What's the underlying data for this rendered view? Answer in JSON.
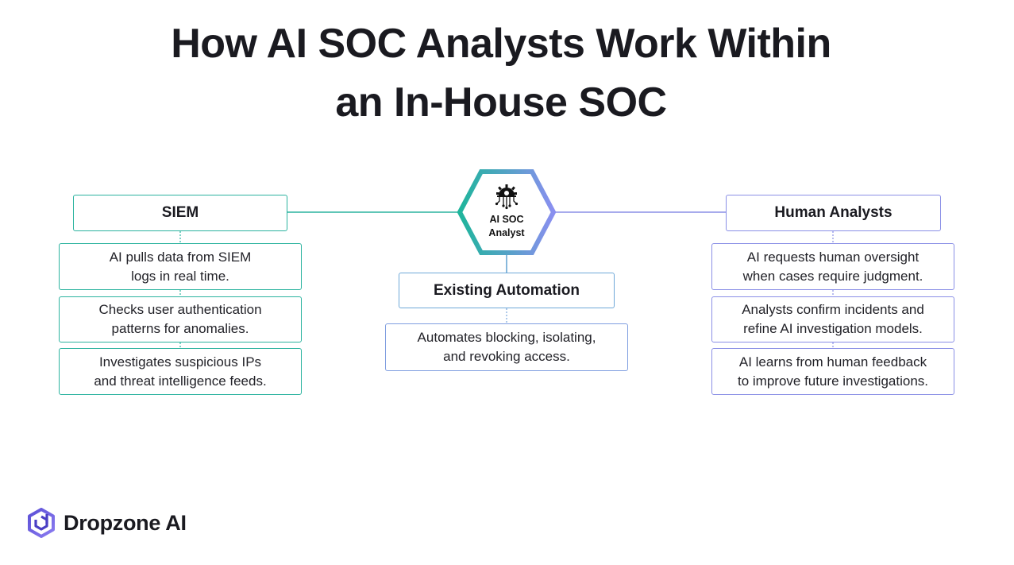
{
  "title": {
    "line1": "How AI SOC Analysts Work Within",
    "line2": "an In-House SOC"
  },
  "center": {
    "label_line1": "AI SOC",
    "label_line2": "Analyst",
    "icon": "ai-chip-gear-icon"
  },
  "siem": {
    "header": "SIEM",
    "items": [
      {
        "line1": "AI pulls data from SIEM",
        "line2": "logs in real time."
      },
      {
        "line1": "Checks user authentication",
        "line2": "patterns for anomalies."
      },
      {
        "line1": "Investigates suspicious IPs",
        "line2": "and threat intelligence feeds."
      }
    ]
  },
  "automation": {
    "header": "Existing Automation",
    "items": [
      {
        "line1": "Automates blocking, isolating,",
        "line2": "and revoking access."
      }
    ]
  },
  "human": {
    "header": "Human Analysts",
    "items": [
      {
        "line1": "AI requests human oversight",
        "line2": "when cases require judgment."
      },
      {
        "line1": "Analysts confirm incidents and",
        "line2": "refine AI investigation models."
      },
      {
        "line1": "AI learns from human feedback",
        "line2": "to improve future investigations."
      }
    ]
  },
  "brand": {
    "name": "Dropzone AI",
    "logo_icon": "dropzone-logo-icon"
  },
  "colors": {
    "teal": "#2bb39f",
    "indigo": "#8a8fe6",
    "title": "#1a1a20"
  }
}
